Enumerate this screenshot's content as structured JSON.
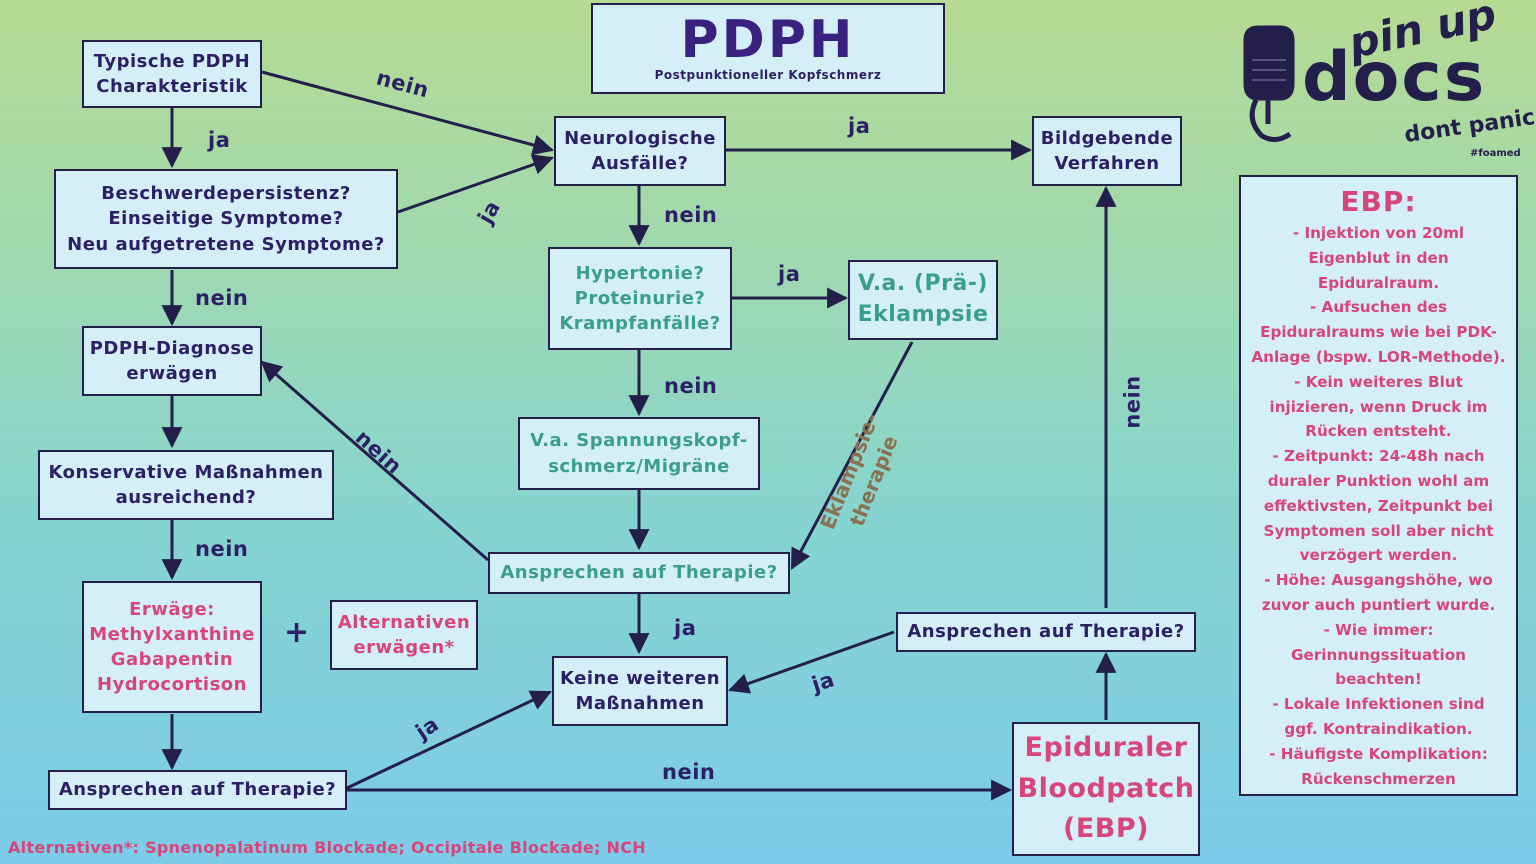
{
  "title": {
    "main": "PDPH",
    "sub": "Postpunktioneller Kopfschmerz"
  },
  "logo": {
    "line1": "pin up",
    "line2": "docs",
    "line3": "dont panic",
    "tag": "#foamed"
  },
  "nodes": {
    "typische": [
      "Typische PDPH",
      "Charakteristik"
    ],
    "beschwerde": [
      "Beschwerdepersistenz?",
      "Einseitige Symptome?",
      "Neu aufgetretene Symptome?"
    ],
    "pdph_diag": [
      "PDPH-Diagnose",
      "erwägen"
    ],
    "konservativ": [
      "Konservative Maßnahmen",
      "ausreichend?"
    ],
    "erwaege": [
      "Erwäge:",
      "Methylxanthine",
      "Gabapentin",
      "Hydrocortison"
    ],
    "alternativen": [
      "Alternativen",
      "erwägen*"
    ],
    "ansprechen_left": [
      "Ansprechen auf Therapie?"
    ],
    "neuro": [
      "Neurologische",
      "Ausfälle?"
    ],
    "hypertonie": [
      "Hypertonie?",
      "Proteinurie?",
      "Krampfanfälle?"
    ],
    "eklampsie": [
      "V.a. (Prä-)",
      "Eklampsie"
    ],
    "spannung": [
      "V.a. Spannungskopf-",
      "schmerz/Migräne"
    ],
    "ansprechen_mid": [
      "Ansprechen auf Therapie?"
    ],
    "keine": [
      "Keine weiteren",
      "Maßnahmen"
    ],
    "bildgebende": [
      "Bildgebende",
      "Verfahren"
    ],
    "ansprechen_right": [
      "Ansprechen auf Therapie?"
    ],
    "ebp": [
      "Epiduraler",
      "Bloodpatch",
      "(EBP)"
    ]
  },
  "edge_labels": {
    "typische_neuro": "nein",
    "typische_beschwerde": "ja",
    "beschwerde_neuro": "ja",
    "beschwerde_pdph": "nein",
    "konservativ_erwaege": "nein",
    "neuro_bild": "ja",
    "neuro_hyper": "nein",
    "hyper_eklampsie": "ja",
    "hyper_spannung": "nein",
    "eklampsie_therapie": [
      "Eklampsie-",
      "therapie"
    ],
    "mid_pdph": "nein",
    "mid_keine": "ja",
    "left_keine": "ja",
    "left_ebp": "nein",
    "right_keine": "ja",
    "right_bild": "nein"
  },
  "plus": "+",
  "ebp_info": {
    "heading": "EBP:",
    "lines": [
      "- Injektion von 20ml",
      "Eigenblut in den",
      "Epiduralraum.",
      "- Aufsuchen des",
      "Epiduralraums wie bei PDK-",
      "Anlage (bspw. LOR-Methode).",
      "- Kein weiteres Blut",
      "injizieren, wenn Druck im",
      "Rücken entsteht.",
      "- Zeitpunkt: 24-48h nach",
      "duraler Punktion wohl am",
      "effektivsten, Zeitpunkt bei",
      "Symptomen soll aber nicht",
      "verzögert werden.",
      "- Höhe: Ausgangshöhe, wo",
      "zuvor auch puntiert wurde.",
      "- Wie immer:",
      "Gerinnungssituation",
      "beachten!",
      "- Lokale Infektionen sind",
      "ggf. Kontraindikation.",
      "- Häufigste Komplikation:",
      "Rückenschmerzen"
    ]
  },
  "footer": "Alternativen*: Spnenopalatinum Blockade; Occipitale Blockade; NCH",
  "colors": {
    "primary": "#2c1f66",
    "teal": "#3a9f8a",
    "pink": "#d8457a",
    "box_bg": "#d5eff8",
    "label_brown": "#8a7050"
  }
}
